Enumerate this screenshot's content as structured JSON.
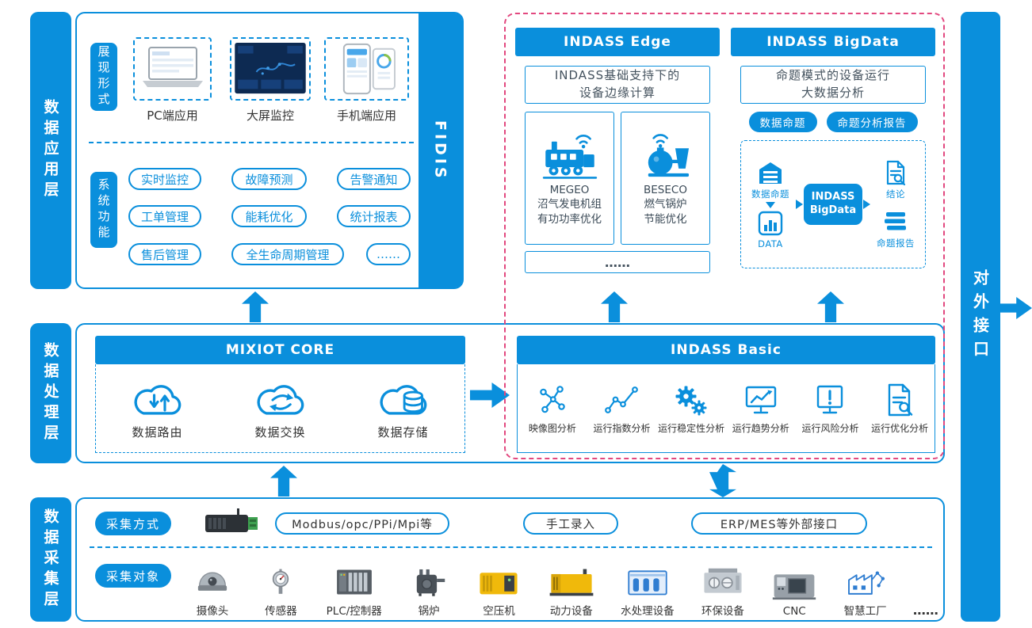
{
  "colors": {
    "primary": "#0a8fdc",
    "pink_border": "#e2487f"
  },
  "layers": {
    "application_label": "数据应用层",
    "processing_label": "数据处理层",
    "collection_label": "数据采集层",
    "external_label": "对外接口"
  },
  "application": {
    "fidis_label": "FIDIS",
    "presentation": {
      "label": "展现形式",
      "items": [
        {
          "label": "PC端应用",
          "icon": "pc-app-thumbnail"
        },
        {
          "label": "大屏监控",
          "icon": "bigscreen-thumbnail"
        },
        {
          "label": "手机端应用",
          "icon": "mobile-app-thumbnail"
        }
      ]
    },
    "functions": {
      "label": "系统功能",
      "items": [
        "实时监控",
        "故障预测",
        "告警通知",
        "工单管理",
        "能耗优化",
        "统计报表",
        "售后管理",
        "全生命周期管理",
        "……"
      ]
    }
  },
  "indass_edge": {
    "title": "INDASS Edge",
    "desc_line1": "INDASS基础支持下的",
    "desc_line2": "设备边缘计算",
    "solutions": [
      {
        "name": "MEGEO",
        "desc_line1": "沼气发电机组",
        "desc_line2": "有功功率优化",
        "icon": "biogas-generator-icon"
      },
      {
        "name": "BESECO",
        "desc_line1": "燃气锅炉",
        "desc_line2": "节能优化",
        "icon": "gas-boiler-icon"
      }
    ],
    "more": "……"
  },
  "indass_bigdata": {
    "title": "INDASS BigData",
    "desc_line1": "命题模式的设备运行",
    "desc_line2": "大数据分析",
    "pills": [
      "数据命题",
      "命题分析报告"
    ],
    "flow": {
      "input_top": "数据命题",
      "input_bottom": "DATA",
      "engine_line1": "INDASS",
      "engine_line2": "BigData",
      "output_top": "结论",
      "output_bottom": "命题报告"
    }
  },
  "mixiot_core": {
    "title": "MIXIOT CORE",
    "items": [
      {
        "label": "数据路由",
        "icon": "cloud-route-icon"
      },
      {
        "label": "数据交换",
        "icon": "cloud-exchange-icon"
      },
      {
        "label": "数据存储",
        "icon": "cloud-storage-icon"
      }
    ]
  },
  "indass_basic": {
    "title": "INDASS Basic",
    "items": [
      {
        "label": "映像图分析",
        "icon": "graph-analysis-icon"
      },
      {
        "label": "运行指数分析",
        "icon": "index-analysis-icon"
      },
      {
        "label": "运行稳定性分析",
        "icon": "stability-analysis-icon"
      },
      {
        "label": "运行趋势分析",
        "icon": "trend-analysis-icon"
      },
      {
        "label": "运行风险分析",
        "icon": "risk-analysis-icon"
      },
      {
        "label": "运行优化分析",
        "icon": "optimization-analysis-icon"
      }
    ]
  },
  "collection": {
    "methods_label": "采集方式",
    "methods": [
      "Modbus/opc/PPi/Mpi等",
      "手工录入",
      "ERP/MES等外部接口"
    ],
    "objects_label": "采集对象",
    "objects": [
      {
        "label": "摄像头",
        "icon": "camera-icon"
      },
      {
        "label": "传感器",
        "icon": "sensor-icon"
      },
      {
        "label": "PLC/控制器",
        "icon": "plc-icon"
      },
      {
        "label": "锅炉",
        "icon": "boiler-icon"
      },
      {
        "label": "空压机",
        "icon": "compressor-icon"
      },
      {
        "label": "动力设备",
        "icon": "power-equipment-icon"
      },
      {
        "label": "水处理设备",
        "icon": "water-treatment-icon"
      },
      {
        "label": "环保设备",
        "icon": "environmental-equipment-icon"
      },
      {
        "label": "CNC",
        "icon": "cnc-icon"
      },
      {
        "label": "智慧工厂",
        "icon": "smart-factory-icon"
      },
      {
        "label": "……",
        "icon": ""
      }
    ]
  }
}
